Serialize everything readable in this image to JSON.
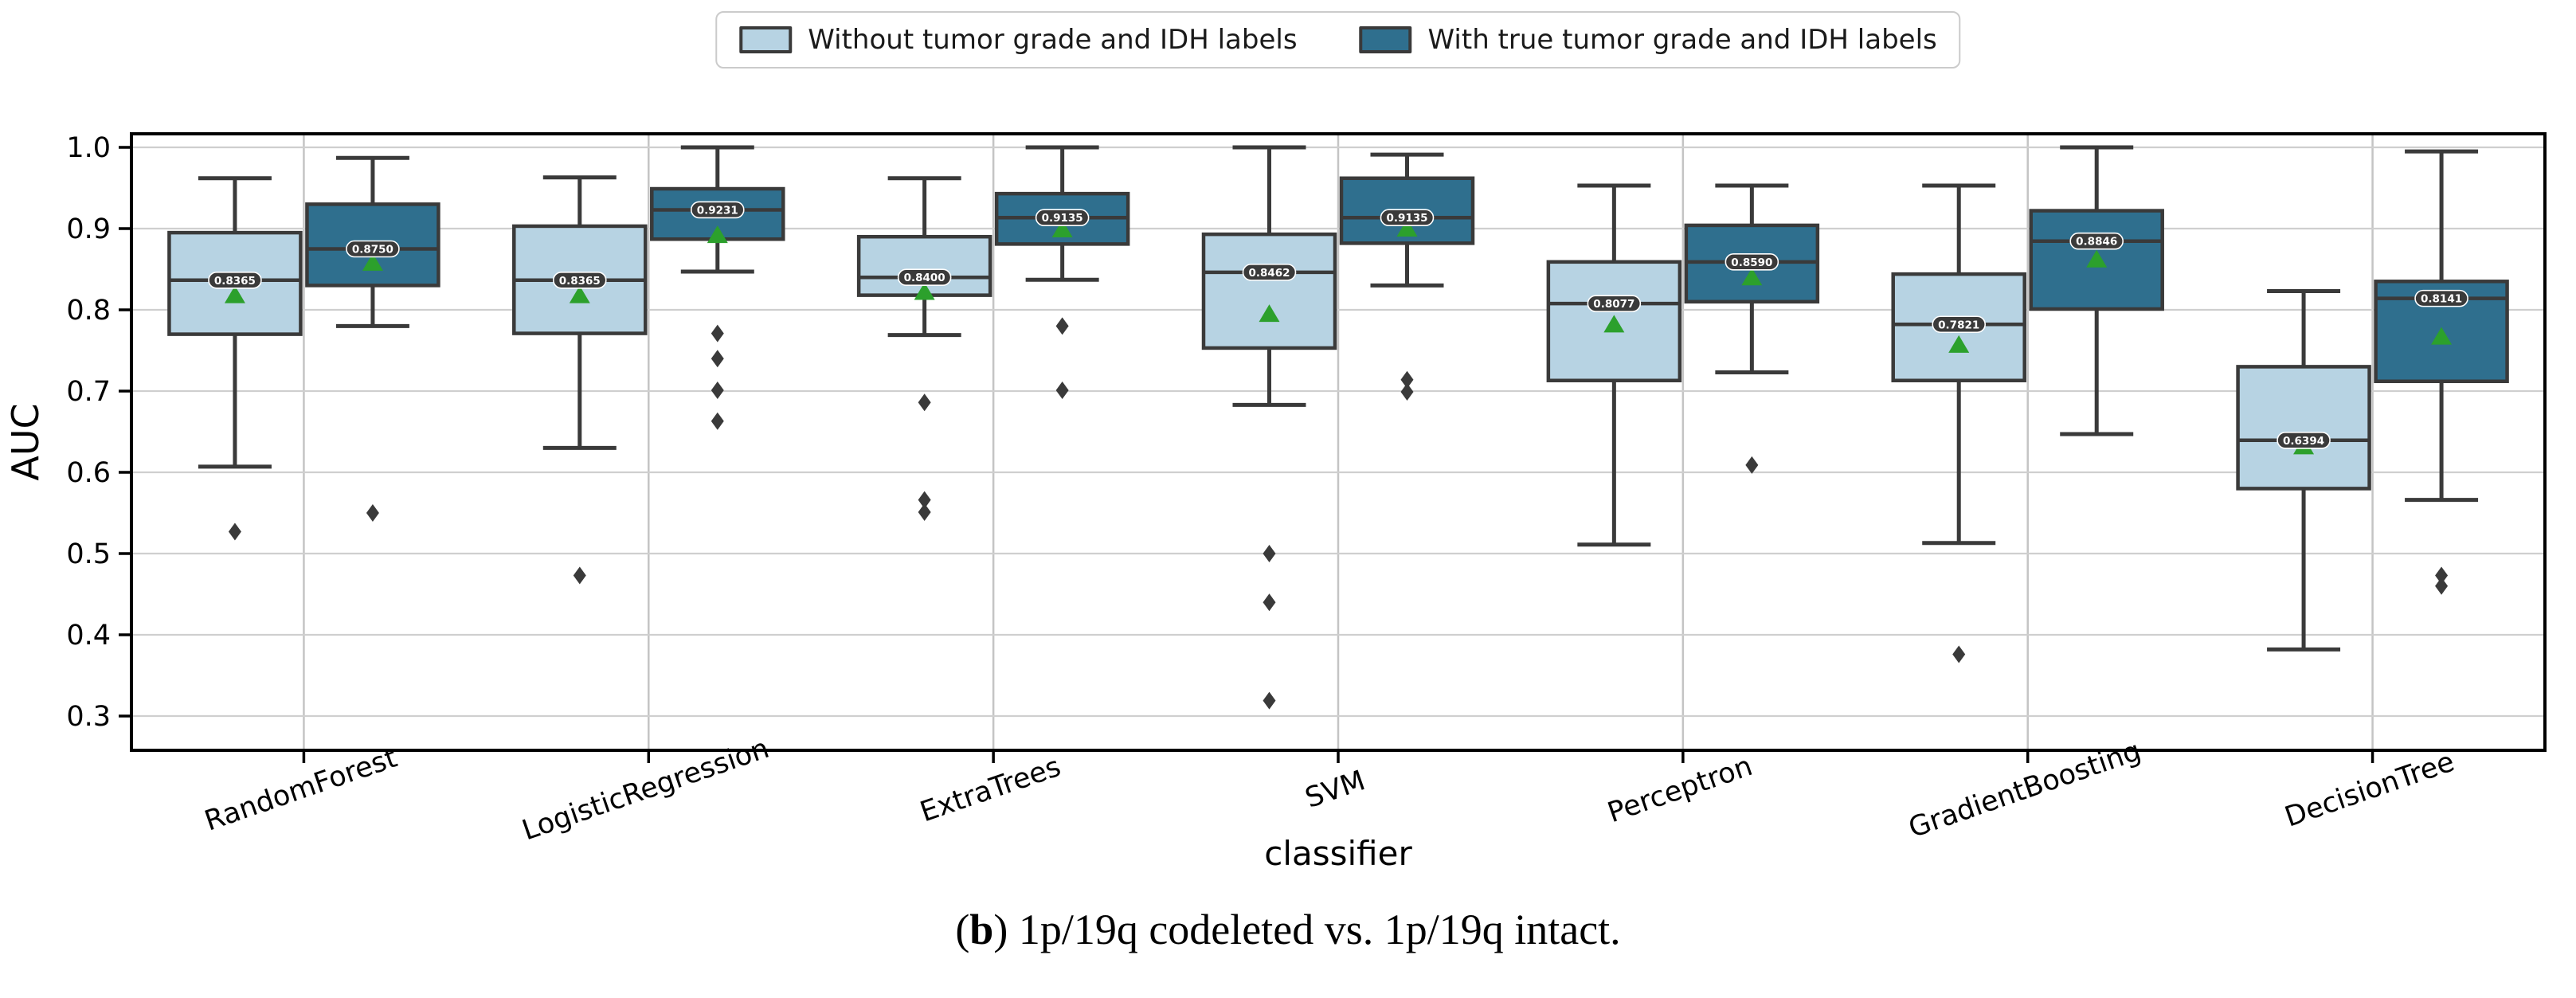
{
  "legend": {
    "items": [
      {
        "label": "Without tumor grade and IDH labels",
        "color": "#b7d3e3"
      },
      {
        "label": "With true tumor grade and IDH labels",
        "color": "#2f6f8e"
      }
    ]
  },
  "caption": {
    "prefix": "(",
    "bold": "b",
    "rest": ") 1p/19q codeleted vs. 1p/19q intact."
  },
  "chart_data": {
    "type": "boxplot",
    "title": "",
    "xlabel": "classifier",
    "ylabel": "AUC",
    "ylim": [
      0.258,
      1.017
    ],
    "yticks": [
      1.0,
      0.9,
      0.8,
      0.7,
      0.6,
      0.5,
      0.4,
      0.3
    ],
    "grid": true,
    "legend_position": "top-center",
    "categories": [
      "RandomForest",
      "LogisticRegression",
      "ExtraTrees",
      "SVM",
      "Perceptron",
      "GradientBoosting",
      "DecisionTree"
    ],
    "colors": {
      "box_edge": "#3a3a3a",
      "grid_h": "#cfcfcf",
      "grid_v": "#c4c4c4",
      "mean_marker": "#2ca02c",
      "flier": "#3a3a3a",
      "median_label_bg": "#3a3a3a",
      "median_label_text": "#ffffff",
      "spine": "#000000"
    },
    "series": [
      {
        "name": "Without tumor grade and IDH labels",
        "color": "#b7d3e3",
        "boxes": [
          {
            "whislo": 0.607,
            "q1": 0.77,
            "med": 0.8365,
            "q3": 0.895,
            "whishi": 0.962,
            "mean": 0.818,
            "fliers": [
              0.527
            ],
            "label": "0.8365"
          },
          {
            "whislo": 0.63,
            "q1": 0.771,
            "med": 0.8365,
            "q3": 0.903,
            "whishi": 0.963,
            "mean": 0.818,
            "fliers": [
              0.473
            ],
            "label": "0.8365"
          },
          {
            "whislo": 0.769,
            "q1": 0.818,
            "med": 0.84,
            "q3": 0.89,
            "whishi": 0.962,
            "mean": 0.822,
            "fliers": [
              0.686,
              0.566,
              0.551
            ],
            "label": "0.8400"
          },
          {
            "whislo": 0.683,
            "q1": 0.753,
            "med": 0.8462,
            "q3": 0.893,
            "whishi": 1.0,
            "mean": 0.795,
            "fliers": [
              0.5,
              0.44,
              0.319
            ],
            "label": "0.8462"
          },
          {
            "whislo": 0.511,
            "q1": 0.713,
            "med": 0.8077,
            "q3": 0.859,
            "whishi": 0.953,
            "mean": 0.782,
            "fliers": [],
            "label": "0.8077"
          },
          {
            "whislo": 0.513,
            "q1": 0.713,
            "med": 0.7821,
            "q3": 0.844,
            "whishi": 0.953,
            "mean": 0.757,
            "fliers": [
              0.376
            ],
            "label": "0.7821"
          },
          {
            "whislo": 0.382,
            "q1": 0.58,
            "med": 0.6394,
            "q3": 0.73,
            "whishi": 0.823,
            "mean": 0.632,
            "fliers": [],
            "label": "0.6394"
          }
        ]
      },
      {
        "name": "With true tumor grade and IDH labels",
        "color": "#2f6f8e",
        "boxes": [
          {
            "whislo": 0.78,
            "q1": 0.83,
            "med": 0.875,
            "q3": 0.93,
            "whishi": 0.987,
            "mean": 0.858,
            "fliers": [
              0.55
            ],
            "label": "0.8750"
          },
          {
            "whislo": 0.847,
            "q1": 0.887,
            "med": 0.9231,
            "q3": 0.949,
            "whishi": 1.0,
            "mean": 0.892,
            "fliers": [
              0.771,
              0.74,
              0.701,
              0.663
            ],
            "label": "0.9231"
          },
          {
            "whislo": 0.837,
            "q1": 0.881,
            "med": 0.9135,
            "q3": 0.943,
            "whishi": 1.0,
            "mean": 0.899,
            "fliers": [
              0.78,
              0.701
            ],
            "label": "0.9135"
          },
          {
            "whislo": 0.83,
            "q1": 0.882,
            "med": 0.9135,
            "q3": 0.962,
            "whishi": 0.991,
            "mean": 0.9,
            "fliers": [
              0.714,
              0.699
            ],
            "label": "0.9135"
          },
          {
            "whislo": 0.723,
            "q1": 0.81,
            "med": 0.859,
            "q3": 0.904,
            "whishi": 0.953,
            "mean": 0.84,
            "fliers": [
              0.609
            ],
            "label": "0.8590"
          },
          {
            "whislo": 0.647,
            "q1": 0.801,
            "med": 0.8846,
            "q3": 0.922,
            "whishi": 1.0,
            "mean": 0.862,
            "fliers": [],
            "label": "0.8846"
          },
          {
            "whislo": 0.566,
            "q1": 0.712,
            "med": 0.8141,
            "q3": 0.835,
            "whishi": 0.995,
            "mean": 0.767,
            "fliers": [
              0.473,
              0.46
            ],
            "label": "0.8141"
          }
        ]
      }
    ]
  }
}
